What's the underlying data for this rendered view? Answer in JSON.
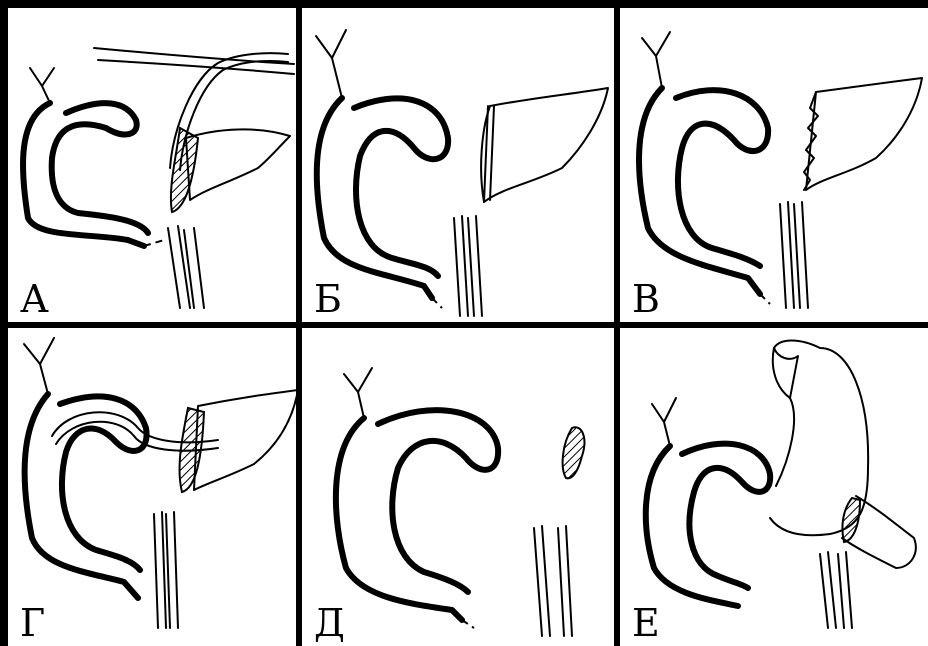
{
  "panels": [
    {
      "id": "a",
      "label": "А"
    },
    {
      "id": "b",
      "label": "Б"
    },
    {
      "id": "v",
      "label": "В"
    },
    {
      "id": "g",
      "label": "Г"
    },
    {
      "id": "d",
      "label": "Д"
    },
    {
      "id": "e",
      "label": "Е"
    }
  ]
}
